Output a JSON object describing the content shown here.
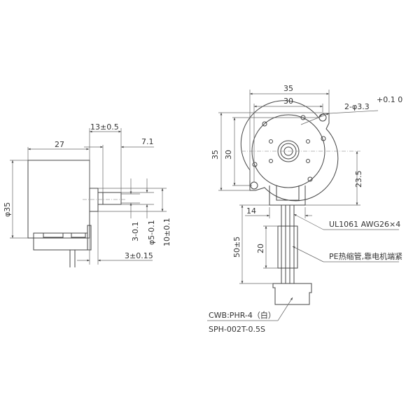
{
  "side_view": {
    "len_body": "27",
    "len_shaft": "13±0.5",
    "len_flat": "7.1",
    "dia_body": "φ35",
    "flat_width": "3-0.1",
    "shaft_dia": "φ5-0.1",
    "boss_dia": "10±0.1",
    "boss_height": "3±0.15"
  },
  "front_view": {
    "width_outer": "35",
    "width_holes": "30",
    "holes": "2-φ3.3",
    "holes_tol": "+0.1 0",
    "height_outer": "35",
    "height_holes": "30",
    "center_to_tab": "23.5",
    "tab_width": "14",
    "wire": "UL1061 AWG26×4",
    "sleeve_len": "20",
    "lead_len": "50±5",
    "sleeve_note": "PE热缩管,靠电机端紧",
    "connector": "CWB:PHR-4（白）",
    "terminal": "SPH-002T-0.5S"
  }
}
